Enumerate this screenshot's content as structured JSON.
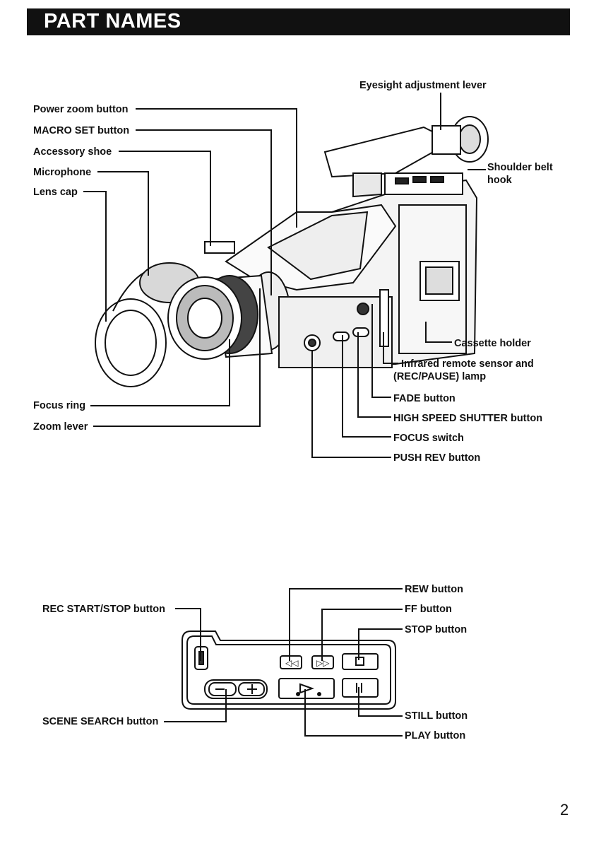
{
  "title": "PART NAMES",
  "camera_labels": {
    "eyesight": "Eyesight adjustment lever",
    "power_zoom": "Power zoom button",
    "macro_set": "MACRO SET button",
    "accessory_shoe": "Accessory shoe",
    "microphone": "Microphone",
    "lens_cap": "Lens cap",
    "shoulder_belt_1": "Shoulder belt",
    "shoulder_belt_2": "hook",
    "cassette_holder": "Cassette holder",
    "infrared_1": "Infrared remote sensor and",
    "infrared_2": "(REC/PAUSE) lamp",
    "fade": "FADE button",
    "high_speed": "HIGH SPEED SHUTTER button",
    "focus_switch": "FOCUS switch",
    "push_rev": "PUSH REV button",
    "focus_ring": "Focus ring",
    "zoom_lever": "Zoom lever"
  },
  "panel_labels": {
    "rec_start_stop": "REC START/STOP button",
    "scene_search": "SCENE SEARCH button",
    "rew": "REW button",
    "ff": "FF button",
    "stop": "STOP button",
    "still": "STILL button",
    "play": "PLAY button"
  },
  "page_number": "2"
}
